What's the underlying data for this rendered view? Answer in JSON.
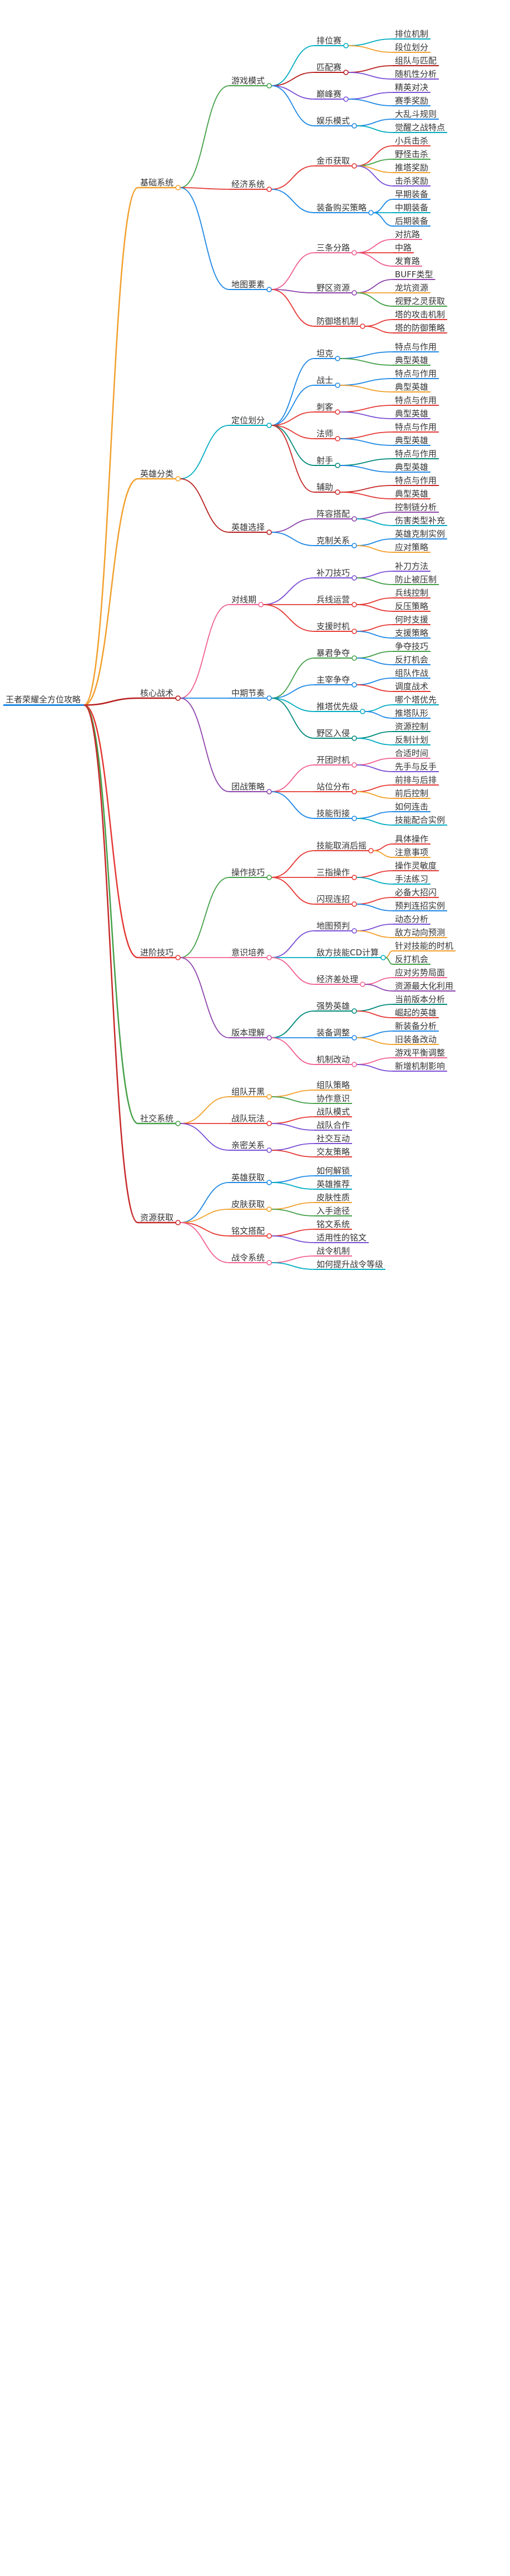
{
  "root": "王者荣耀全方位攻略",
  "colors": {
    "c1": "#f2a02c",
    "c2": "#43a047",
    "c3": "#e53935",
    "c4": "#7b4fd6",
    "c5": "#1e88e5",
    "c6": "#00acc1",
    "c7": "#b71c1c",
    "c8": "#f06292",
    "c9": "#8e44ad",
    "c10": "#795548",
    "c11": "#00897b",
    "c12": "#c62828"
  },
  "tree": [
    {
      "label": "基础系统",
      "color": "c1",
      "children": [
        {
          "label": "游戏模式",
          "color": "c2",
          "children": [
            {
              "label": "排位赛",
              "color": "c6",
              "children": [
                {
                  "label": "排位机制",
                  "color": "c6"
                },
                {
                  "label": "段位划分",
                  "color": "c1"
                }
              ]
            },
            {
              "label": "匹配赛",
              "color": "c7",
              "children": [
                {
                  "label": "组队与匹配",
                  "color": "c7"
                },
                {
                  "label": "随机性分析",
                  "color": "c4"
                }
              ]
            },
            {
              "label": "巅峰赛",
              "color": "c4",
              "children": [
                {
                  "label": "精英对决",
                  "color": "c4"
                },
                {
                  "label": "赛季奖励",
                  "color": "c5"
                }
              ]
            },
            {
              "label": "娱乐模式",
              "color": "c5",
              "children": [
                {
                  "label": "大乱斗规则",
                  "color": "c5"
                },
                {
                  "label": "觉醒之战特点",
                  "color": "c6"
                }
              ]
            }
          ]
        },
        {
          "label": "经济系统",
          "color": "c3",
          "children": [
            {
              "label": "金币获取",
              "color": "c3",
              "children": [
                {
                  "label": "小兵击杀",
                  "color": "c3"
                },
                {
                  "label": "野怪击杀",
                  "color": "c2"
                },
                {
                  "label": "推塔奖励",
                  "color": "c1"
                },
                {
                  "label": "击杀奖励",
                  "color": "c4"
                }
              ]
            },
            {
              "label": "装备购买策略",
              "color": "c5",
              "children": [
                {
                  "label": "早期装备",
                  "color": "c5"
                },
                {
                  "label": "中期装备",
                  "color": "c6"
                },
                {
                  "label": "后期装备",
                  "color": "c5"
                }
              ]
            }
          ]
        },
        {
          "label": "地图要素",
          "color": "c5",
          "children": [
            {
              "label": "三条分路",
              "color": "c8",
              "children": [
                {
                  "label": "对抗路",
                  "color": "c8"
                },
                {
                  "label": "中路",
                  "color": "c3"
                },
                {
                  "label": "发育路",
                  "color": "c8"
                }
              ]
            },
            {
              "label": "野区资源",
              "color": "c9",
              "children": [
                {
                  "label": "BUFF类型",
                  "color": "c9"
                },
                {
                  "label": "龙坑资源",
                  "color": "c1"
                },
                {
                  "label": "视野之灵获取",
                  "color": "c2"
                }
              ]
            },
            {
              "label": "防御塔机制",
              "color": "c3",
              "children": [
                {
                  "label": "塔的攻击机制",
                  "color": "c3"
                },
                {
                  "label": "塔的防御策略",
                  "color": "c3"
                }
              ]
            }
          ]
        }
      ]
    },
    {
      "label": "英雄分类",
      "color": "c1",
      "children": [
        {
          "label": "定位划分",
          "color": "c6",
          "children": [
            {
              "label": "坦克",
              "color": "c5",
              "children": [
                {
                  "label": "特点与作用",
                  "color": "c5"
                },
                {
                  "label": "典型英雄",
                  "color": "c2"
                }
              ]
            },
            {
              "label": "战士",
              "color": "c5",
              "children": [
                {
                  "label": "特点与作用",
                  "color": "c5"
                },
                {
                  "label": "典型英雄",
                  "color": "c1"
                }
              ]
            },
            {
              "label": "刺客",
              "color": "c3",
              "children": [
                {
                  "label": "特点与作用",
                  "color": "c3"
                },
                {
                  "label": "典型英雄",
                  "color": "c4"
                }
              ]
            },
            {
              "label": "法师",
              "color": "c3",
              "children": [
                {
                  "label": "特点与作用",
                  "color": "c3"
                },
                {
                  "label": "典型英雄",
                  "color": "c5"
                }
              ]
            },
            {
              "label": "射手",
              "color": "c11",
              "children": [
                {
                  "label": "特点与作用",
                  "color": "c11"
                },
                {
                  "label": "典型英雄",
                  "color": "c5"
                }
              ]
            },
            {
              "label": "辅助",
              "color": "c12",
              "children": [
                {
                  "label": "特点与作用",
                  "color": "c12"
                },
                {
                  "label": "典型英雄",
                  "color": "c3"
                }
              ]
            }
          ]
        },
        {
          "label": "英雄选择",
          "color": "c7",
          "children": [
            {
              "label": "阵容搭配",
              "color": "c9",
              "children": [
                {
                  "label": "控制链分析",
                  "color": "c9"
                },
                {
                  "label": "伤害类型补充",
                  "color": "c6"
                }
              ]
            },
            {
              "label": "克制关系",
              "color": "c5",
              "children": [
                {
                  "label": "英雄克制实例",
                  "color": "c5"
                },
                {
                  "label": "应对策略",
                  "color": "c1"
                }
              ]
            }
          ]
        }
      ]
    },
    {
      "label": "核心战术",
      "color": "c7",
      "children": [
        {
          "label": "对线期",
          "color": "c8",
          "children": [
            {
              "label": "补刀技巧",
              "color": "c4",
              "children": [
                {
                  "label": "补刀方法",
                  "color": "c4"
                },
                {
                  "label": "防止被压制",
                  "color": "c2"
                }
              ]
            },
            {
              "label": "兵线运营",
              "color": "c3",
              "children": [
                {
                  "label": "兵线控制",
                  "color": "c3"
                },
                {
                  "label": "反压策略",
                  "color": "c3"
                }
              ]
            },
            {
              "label": "支援时机",
              "color": "c3",
              "children": [
                {
                  "label": "何时支援",
                  "color": "c3"
                },
                {
                  "label": "支援策略",
                  "color": "c5"
                }
              ]
            }
          ]
        },
        {
          "label": "中期节奏",
          "color": "c5",
          "children": [
            {
              "label": "暴君争夺",
              "color": "c2",
              "children": [
                {
                  "label": "争夺技巧",
                  "color": "c2"
                },
                {
                  "label": "反打机会",
                  "color": "c5"
                }
              ]
            },
            {
              "label": "主宰争夺",
              "color": "c5",
              "children": [
                {
                  "label": "组队作战",
                  "color": "c5"
                },
                {
                  "label": "调度战术",
                  "color": "c3"
                }
              ]
            },
            {
              "label": "推塔优先级",
              "color": "c6",
              "children": [
                {
                  "label": "哪个塔优先",
                  "color": "c6"
                },
                {
                  "label": "推塔队形",
                  "color": "c5"
                }
              ]
            },
            {
              "label": "野区入侵",
              "color": "c11",
              "children": [
                {
                  "label": "资源控制",
                  "color": "c11"
                },
                {
                  "label": "反制计划",
                  "color": "c6"
                }
              ]
            }
          ]
        },
        {
          "label": "团战策略",
          "color": "c9",
          "children": [
            {
              "label": "开团时机",
              "color": "c8",
              "children": [
                {
                  "label": "合适时间",
                  "color": "c8"
                },
                {
                  "label": "先手与反手",
                  "color": "c4"
                }
              ]
            },
            {
              "label": "站位分布",
              "color": "c3",
              "children": [
                {
                  "label": "前排与后排",
                  "color": "c3"
                },
                {
                  "label": "前后控制",
                  "color": "c1"
                }
              ]
            },
            {
              "label": "技能衔接",
              "color": "c5",
              "children": [
                {
                  "label": "如何连击",
                  "color": "c5"
                },
                {
                  "label": "技能配合实例",
                  "color": "c6"
                }
              ]
            }
          ]
        }
      ]
    },
    {
      "label": "进阶技巧",
      "color": "c3",
      "children": [
        {
          "label": "操作技巧",
          "color": "c2",
          "children": [
            {
              "label": "技能取消后摇",
              "color": "c3",
              "children": [
                {
                  "label": "具体操作",
                  "color": "c3"
                },
                {
                  "label": "注意事项",
                  "color": "c1"
                }
              ]
            },
            {
              "label": "三指操作",
              "color": "c3",
              "children": [
                {
                  "label": "操作灵敏度",
                  "color": "c3"
                },
                {
                  "label": "手法练习",
                  "color": "c6"
                }
              ]
            },
            {
              "label": "闪现连招",
              "color": "c3",
              "children": [
                {
                  "label": "必备大招闪",
                  "color": "c3"
                },
                {
                  "label": "预判连招实例",
                  "color": "c5"
                }
              ]
            }
          ]
        },
        {
          "label": "意识培养",
          "color": "c8",
          "children": [
            {
              "label": "地图预判",
              "color": "c4",
              "children": [
                {
                  "label": "动态分析",
                  "color": "c4"
                },
                {
                  "label": "敌方动向预测",
                  "color": "c1"
                }
              ]
            },
            {
              "label": "敌方技能CD计算",
              "color": "c6",
              "children": [
                {
                  "label": "针对技能的时机",
                  "color": "c1"
                },
                {
                  "label": "反打机会",
                  "color": "c2"
                }
              ]
            },
            {
              "label": "经济差处理",
              "color": "c8",
              "children": [
                {
                  "label": "应对劣势局面",
                  "color": "c8"
                },
                {
                  "label": "资源最大化利用",
                  "color": "c9"
                }
              ]
            }
          ]
        },
        {
          "label": "版本理解",
          "color": "c9",
          "children": [
            {
              "label": "强势英雄",
              "color": "c11",
              "children": [
                {
                  "label": "当前版本分析",
                  "color": "c11"
                },
                {
                  "label": "崛起的英雄",
                  "color": "c3"
                }
              ]
            },
            {
              "label": "装备调整",
              "color": "c5",
              "children": [
                {
                  "label": "新装备分析",
                  "color": "c5"
                },
                {
                  "label": "旧装备改动",
                  "color": "c1"
                }
              ]
            },
            {
              "label": "机制改动",
              "color": "c8",
              "children": [
                {
                  "label": "游戏平衡调整",
                  "color": "c8"
                },
                {
                  "label": "新增机制影响",
                  "color": "c4"
                }
              ]
            }
          ]
        }
      ]
    },
    {
      "label": "社交系统",
      "color": "c2",
      "children": [
        {
          "label": "组队开黑",
          "color": "c1",
          "children": [
            {
              "label": "组队策略",
              "color": "c1"
            },
            {
              "label": "协作意识",
              "color": "c2"
            }
          ]
        },
        {
          "label": "战队玩法",
          "color": "c3",
          "children": [
            {
              "label": "战队模式",
              "color": "c3"
            },
            {
              "label": "战队合作",
              "color": "c4"
            }
          ]
        },
        {
          "label": "亲密关系",
          "color": "c4",
          "children": [
            {
              "label": "社交互动",
              "color": "c4"
            },
            {
              "label": "交友策略",
              "color": "c3"
            }
          ]
        }
      ]
    },
    {
      "label": "资源获取",
      "color": "c12",
      "children": [
        {
          "label": "英雄获取",
          "color": "c5",
          "children": [
            {
              "label": "如何解锁",
              "color": "c5"
            },
            {
              "label": "英雄推荐",
              "color": "c6"
            }
          ]
        },
        {
          "label": "皮肤获取",
          "color": "c1",
          "children": [
            {
              "label": "皮肤性质",
              "color": "c1"
            },
            {
              "label": "入手途径",
              "color": "c2"
            }
          ]
        },
        {
          "label": "铭文搭配",
          "color": "c3",
          "children": [
            {
              "label": "铭文系统",
              "color": "c3"
            },
            {
              "label": "适用性的铭文",
              "color": "c4"
            }
          ]
        },
        {
          "label": "战令系统",
          "color": "c8",
          "children": [
            {
              "label": "战令机制",
              "color": "c8"
            },
            {
              "label": "如何提升战令等级",
              "color": "c6"
            }
          ]
        }
      ]
    }
  ]
}
